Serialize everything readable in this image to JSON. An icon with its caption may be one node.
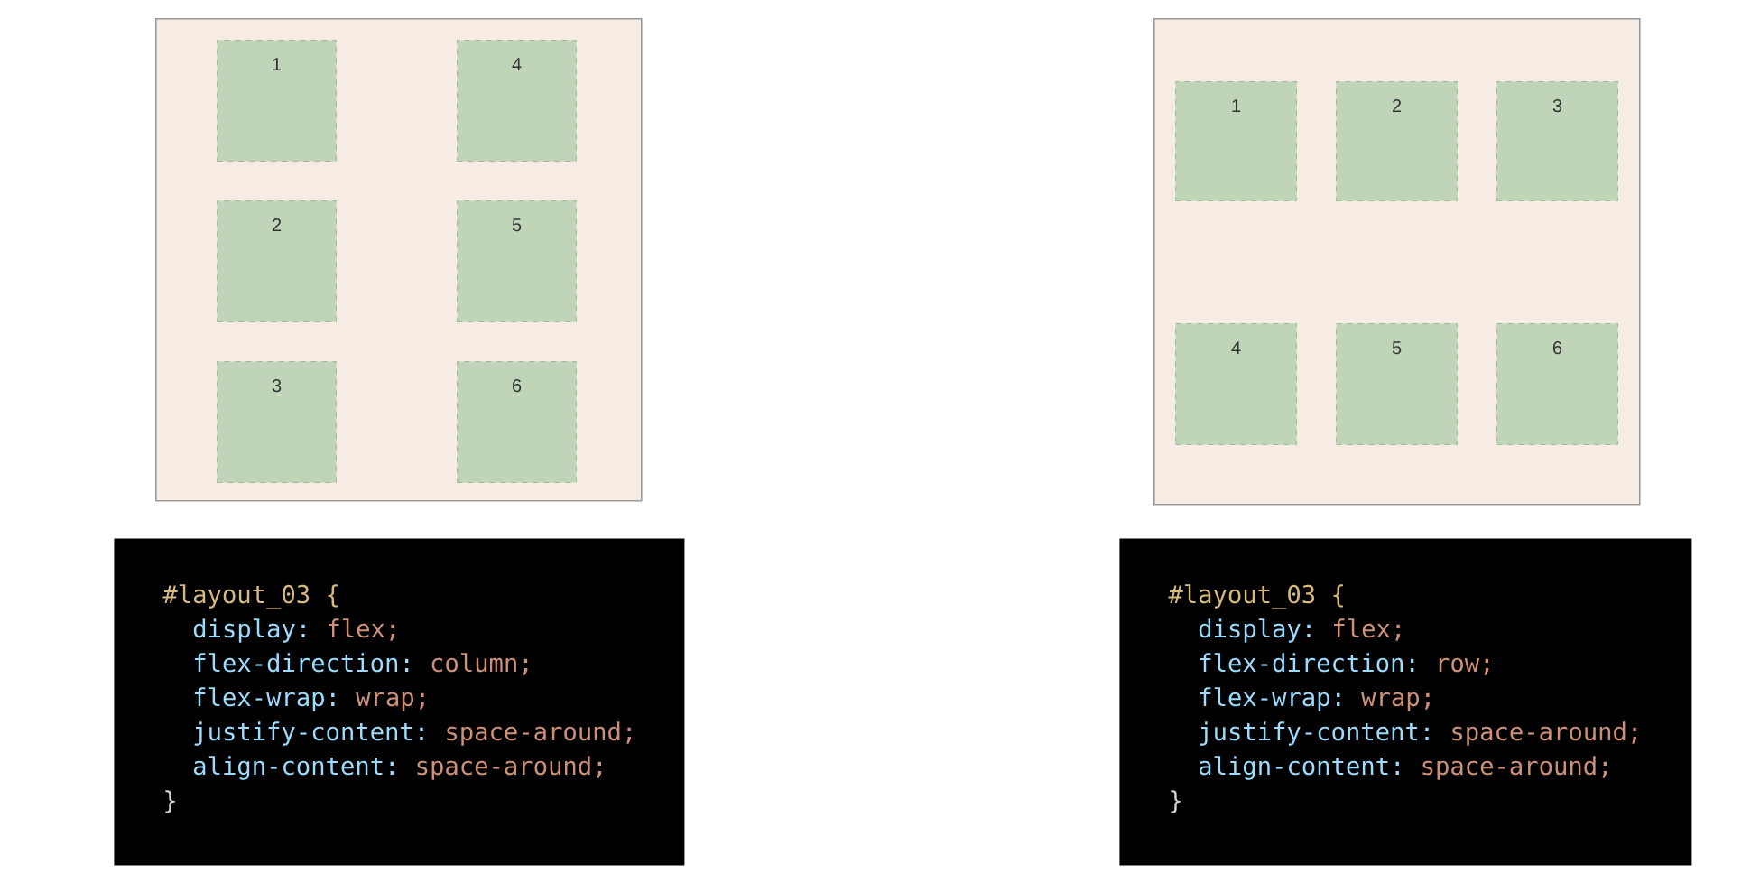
{
  "diagram": {
    "nodes": [
      {
        "text": [],
        "shape": "box"
      },
      {
        "text": [
          "1"
        ],
        "in": 0
      },
      {
        "text": [
          "2"
        ],
        "in": 0
      },
      {
        "text": [
          "3"
        ],
        "in": 0
      },
      {
        "text": [
          "4"
        ],
        "in": 0
      },
      {
        "text": [
          "5"
        ],
        "in": 0
      },
      {
        "text": [
          "6"
        ],
        "in": 0
      },
      {
        "text": [
          "#layout_03 {",
          "display:",
          "flex;",
          "flex-direction:",
          "column;",
          "flex-wrap:",
          "wrap;",
          "justify-content:",
          "space-around;",
          "align-content:",
          "space-around;",
          "}"
        ]
      },
      {
        "text": [],
        "shape": "box"
      },
      {
        "text": [
          "1"
        ],
        "in": 8
      },
      {
        "text": [
          "2"
        ],
        "in": 8
      },
      {
        "text": [
          "3"
        ],
        "in": 8
      },
      {
        "text": [
          "4"
        ],
        "in": 8
      },
      {
        "text": [
          "5"
        ],
        "in": 8
      },
      {
        "text": [
          "6"
        ],
        "in": 8
      },
      {
        "text": [
          "#layout_03 {",
          "display:",
          "flex;",
          "flex-direction:",
          "row;",
          "flex-wrap:",
          "wrap;",
          "justify-content:",
          "space-around;",
          "align-content:",
          "space-around;",
          "}"
        ]
      }
    ]
  }
}
